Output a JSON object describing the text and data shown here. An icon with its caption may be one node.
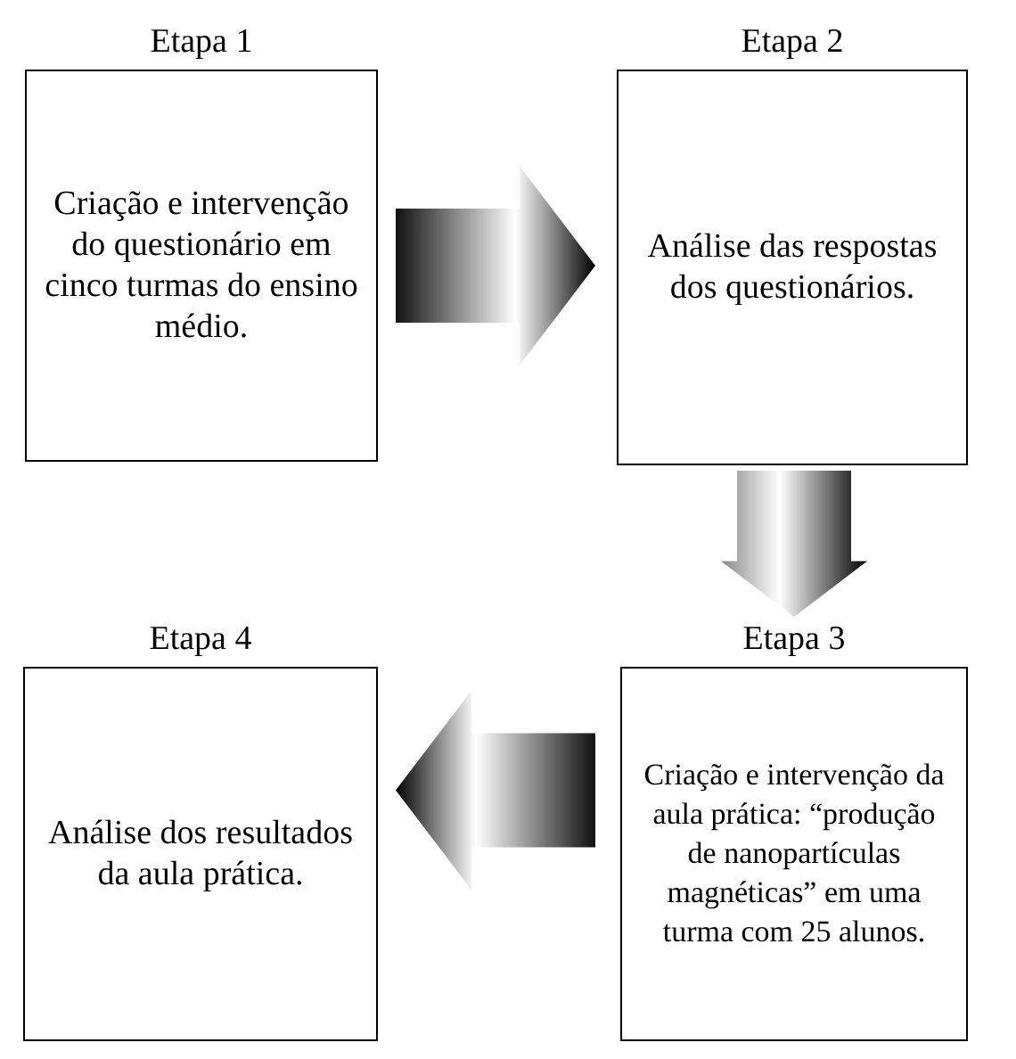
{
  "diagram": {
    "nodes": [
      {
        "text": [
          "Etapa 1",
          "Criação e intervenção do questionário em cinco turmas do ensino médio."
        ]
      },
      {
        "text": [
          "Etapa 2",
          "Análise das respostas dos questionários."
        ]
      },
      {
        "text": [
          "Etapa 3",
          "Criação e intervenção da aula prática: “produção de nanopartículas magnéticas” em uma turma com 25 alunos."
        ]
      },
      {
        "text": [
          "Etapa 4",
          "Análise dos resultados da aula prática."
        ]
      }
    ],
    "edges": [
      {
        "from": 0,
        "to": 1,
        "arrow": "to"
      },
      {
        "from": 1,
        "to": 2,
        "arrow": "to"
      },
      {
        "from": 2,
        "to": 3,
        "arrow": "to"
      }
    ]
  }
}
